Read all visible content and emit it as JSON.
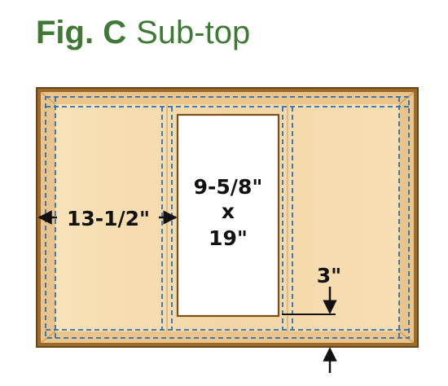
{
  "title": {
    "figure": "Fig. C",
    "name": "Sub-top"
  },
  "dimensions": {
    "width_label": "13-1/2\"",
    "opening_line1": "9-5/8\"",
    "opening_line2": "x",
    "opening_line3": "19\"",
    "offset_label": "3\""
  },
  "colors": {
    "title": "#3f7a35",
    "board_edge": "#8a5a1c",
    "board_fill": "#f5dcb0",
    "frame_fill": "#efc98a",
    "dashed_lines": "#2a6fb5"
  }
}
